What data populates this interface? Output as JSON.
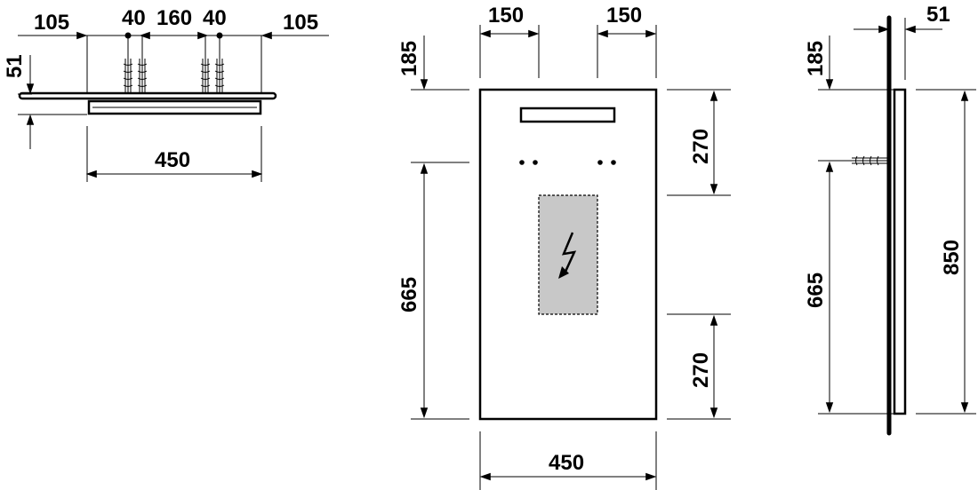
{
  "top_view": {
    "dims_top": [
      "105",
      "40",
      "160",
      "40",
      "105"
    ],
    "height_label": "51",
    "width_label": "450"
  },
  "front_view": {
    "top_widths": [
      "150",
      "150"
    ],
    "left_dims": [
      "185",
      "665"
    ],
    "right_dims": [
      "270",
      "270"
    ],
    "width_label": "450",
    "colors": {
      "electrical_zone": "#c8c8c8"
    },
    "icon": "electrical-hazard-icon"
  },
  "side_view": {
    "depth_label": "51",
    "left_dims": [
      "185",
      "665"
    ],
    "height_label": "850"
  }
}
